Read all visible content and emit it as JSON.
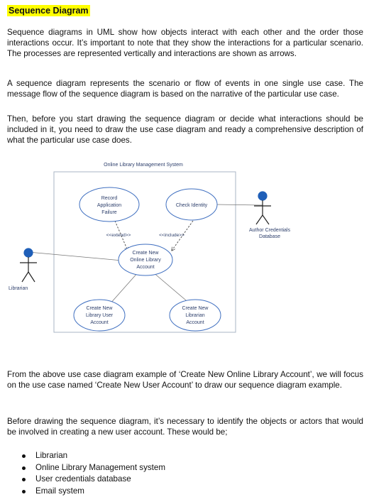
{
  "title": "Sequence Diagram",
  "paragraphs": {
    "intro": "Sequence diagrams in UML show how objects interact with each other and the order those interactions occur. It’s important to note that they show the interactions for a particular scenario. The processes are represented vertically and interactions are shown as arrows.",
    "scenario": "A sequence diagram represents the scenario or flow of events in one single use case. The message flow of the sequence diagram is based on the narrative of the particular use case.",
    "before": "Then, before you start drawing the sequence diagram or decide what interactions should be included in it, you need to draw the use case diagram and ready a comprehensive description of what the particular use case does.",
    "example": "From the above use case diagram example of ‘Create New Online Library Account’, we will focus on the use case named ‘Create New User Account’ to draw our sequence diagram example.",
    "objects": "Before drawing the sequence diagram, it’s necessary to identify the objects or actors that would be involved in creating a new user account. These would be;"
  },
  "bullets": [
    "Librarian",
    "Online Library Management system",
    "User credentials database",
    "Email system"
  ],
  "diagram": {
    "system_name": "Online Library Management System",
    "actors": {
      "librarian": "Librarian",
      "author_db": [
        "Author Credentials",
        "Database"
      ]
    },
    "use_cases": {
      "record_failure": [
        "Record",
        "Application",
        "Failure"
      ],
      "check_identity": "Check Identity",
      "create_account": [
        "Create New",
        "Online Library",
        "Account"
      ],
      "create_user": [
        "Create New",
        "Library User",
        "Account"
      ],
      "create_librarian": [
        "Create New",
        "Librarian",
        "Account"
      ]
    },
    "relations": {
      "extend": "<<extend>>",
      "include": "<<include>>"
    },
    "colors": {
      "ellipse_stroke": "#3f6fc0",
      "actor_head": "#1f5fb8",
      "text": "#2c3e6b",
      "boundary": "#aab4c4"
    }
  }
}
